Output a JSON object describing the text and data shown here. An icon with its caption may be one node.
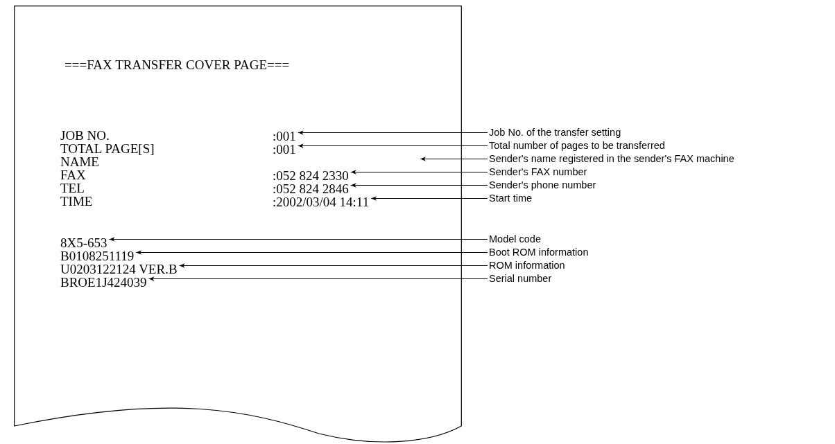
{
  "diagram": {
    "nodes": [
      {
        "text": [
          "===FAX TRANSFER COVER PAGE===",
          "JOB NO.",
          "TOTAL PAGE[S]",
          "NAME",
          "FAX",
          "TEL",
          "TIME"
        ]
      },
      {
        "text": [
          ":001"
        ],
        "in": 0
      },
      {
        "text": [
          "Job No. of the transfer setting"
        ]
      },
      {
        "text": [
          ":001"
        ],
        "in": 0
      },
      {
        "text": [
          "Total number of pages to be transferred"
        ]
      },
      {
        "text": [
          "Sender's name registered in the sender's FAX machine"
        ]
      },
      {
        "text": [
          ":052 824 2330"
        ],
        "in": 0
      },
      {
        "text": [
          "Sender's FAX number"
        ]
      },
      {
        "text": [
          ":052 824 2846"
        ],
        "in": 0
      },
      {
        "text": [
          "Sender's phone number"
        ]
      },
      {
        "text": [
          ":2002/03/04 14:11"
        ],
        "in": 0
      },
      {
        "text": [
          "Start time"
        ]
      },
      {
        "text": [
          "8X5-653"
        ],
        "in": 0
      },
      {
        "text": [
          "Model code"
        ]
      },
      {
        "text": [
          "B0108251119"
        ],
        "in": 0
      },
      {
        "text": [
          "Boot ROM information"
        ]
      },
      {
        "text": [
          "U0203122124 VER.B"
        ],
        "in": 0
      },
      {
        "text": [
          "ROM information"
        ]
      },
      {
        "text": [
          "BROE1J424039"
        ],
        "in": 0
      },
      {
        "text": [
          "Serial number"
        ]
      }
    ],
    "edges": [
      {
        "from": 2,
        "to": 1,
        "arrow": "to"
      },
      {
        "from": 4,
        "to": 3,
        "arrow": "to"
      },
      {
        "from": 5,
        "to": null,
        "arrow": "to"
      },
      {
        "from": 7,
        "to": 6,
        "arrow": "to"
      },
      {
        "from": 9,
        "to": 8,
        "arrow": "to"
      },
      {
        "from": 11,
        "to": 10,
        "arrow": "to"
      },
      {
        "from": 13,
        "to": 12,
        "arrow": "to"
      },
      {
        "from": 15,
        "to": 14,
        "arrow": "to"
      },
      {
        "from": 17,
        "to": 16,
        "arrow": "to"
      },
      {
        "from": 19,
        "to": 18,
        "arrow": "to"
      }
    ]
  }
}
